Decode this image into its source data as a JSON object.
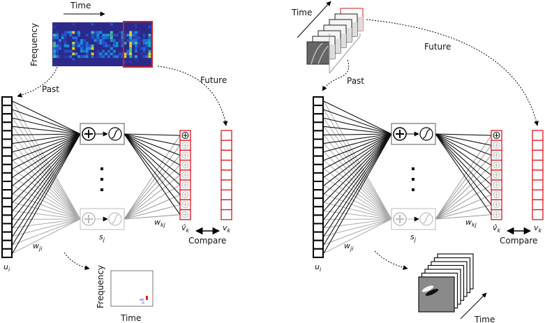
{
  "left_panel": {
    "time_label": "Time",
    "frequency_label": "Frequency",
    "past_label": "Past",
    "future_label": "Future",
    "compare_label": "Compare",
    "recon_frequency_label": "Frequency",
    "recon_time_label": "Time"
  },
  "right_panel": {
    "time_label": "Time",
    "past_label": "Past",
    "future_label": "Future",
    "compare_label": "Compare",
    "recon_time_label": "Time"
  },
  "network": {
    "input_label": "u",
    "input_sub": "i",
    "weight_in_label": "w",
    "weight_in_sub": "ji",
    "hidden_label": "s",
    "hidden_sub": "j",
    "weight_out_label": "w",
    "weight_out_sub": "kj",
    "pred_label": "v̂",
    "pred_sub": "k",
    "target_label": "v",
    "target_sub": "k",
    "input_units": 19,
    "output_units": 9
  },
  "colors": {
    "accent_red": "#e0141e",
    "inactive_gray": "#aaaaaa",
    "spectrogram_bg": "#2b2a8a"
  }
}
